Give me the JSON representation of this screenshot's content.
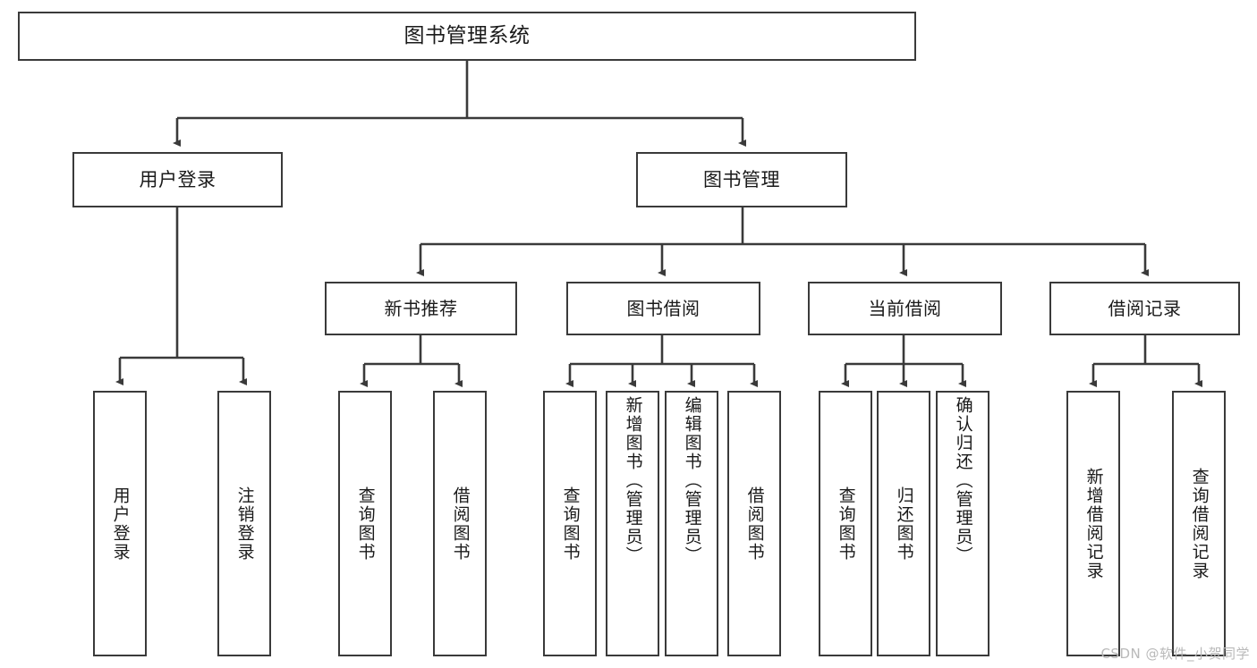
{
  "diagram": {
    "title": "图书管理系统",
    "watermark": "CSDN @软件_小贺同学",
    "stroke_color": "#3a3a3a",
    "text_color": "#1a1a1a",
    "background": "#ffffff"
  },
  "nodes": {
    "root": {
      "label": "图书管理系统"
    },
    "level2": [
      {
        "label": "用户登录"
      },
      {
        "label": "图书管理"
      }
    ],
    "level3": [
      {
        "label": "新书推荐"
      },
      {
        "label": "图书借阅"
      },
      {
        "label": "当前借阅"
      },
      {
        "label": "借阅记录"
      }
    ],
    "leaves": {
      "user_login": [
        {
          "label": "用户登录"
        },
        {
          "label": "注销登录"
        }
      ],
      "new_book": [
        {
          "label": "查询图书"
        },
        {
          "label": "借阅图书"
        }
      ],
      "book_borrow": [
        {
          "label": "查询图书"
        },
        {
          "label": "新增图书（管理员）"
        },
        {
          "label": "编辑图书（管理员）"
        },
        {
          "label": "借阅图书"
        }
      ],
      "current_borrow": [
        {
          "label": "查询图书"
        },
        {
          "label": "归还图书"
        },
        {
          "label": "确认归还（管理员）"
        }
      ],
      "borrow_record": [
        {
          "label": "新增借阅记录"
        },
        {
          "label": "查询借阅记录"
        }
      ]
    }
  }
}
